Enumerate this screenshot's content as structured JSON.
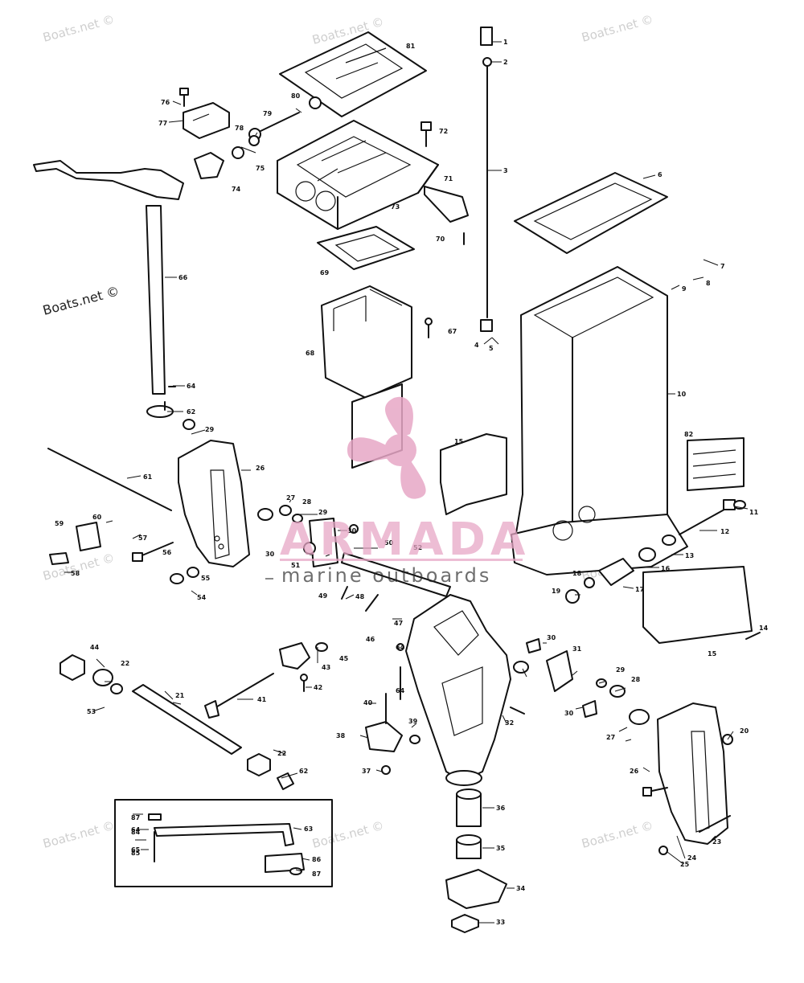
{
  "watermark_text": "Boats.net ©",
  "logo": {
    "name": "ARMADA",
    "tagline": "marine outboards",
    "color": "#e7a7c6"
  },
  "part_numbers": [
    "1",
    "2",
    "3",
    "4",
    "5",
    "6",
    "7",
    "8",
    "9",
    "10",
    "11",
    "12",
    "13",
    "14",
    "15",
    "16",
    "17",
    "18",
    "19",
    "20",
    "21",
    "22",
    "23",
    "24",
    "25",
    "26",
    "27",
    "28",
    "29",
    "30",
    "31",
    "32",
    "33",
    "34",
    "35",
    "36",
    "37",
    "38",
    "39",
    "40",
    "41",
    "42",
    "43",
    "44",
    "45",
    "46",
    "47",
    "48",
    "49",
    "50",
    "51",
    "52",
    "53",
    "54",
    "55",
    "56",
    "57",
    "58",
    "59",
    "60",
    "61",
    "62",
    "63",
    "64",
    "65",
    "66",
    "67",
    "68",
    "69",
    "70",
    "71",
    "72",
    "73",
    "74",
    "75",
    "76",
    "77",
    "78",
    "79",
    "80",
    "81",
    "82",
    "84",
    "85",
    "86",
    "87"
  ]
}
